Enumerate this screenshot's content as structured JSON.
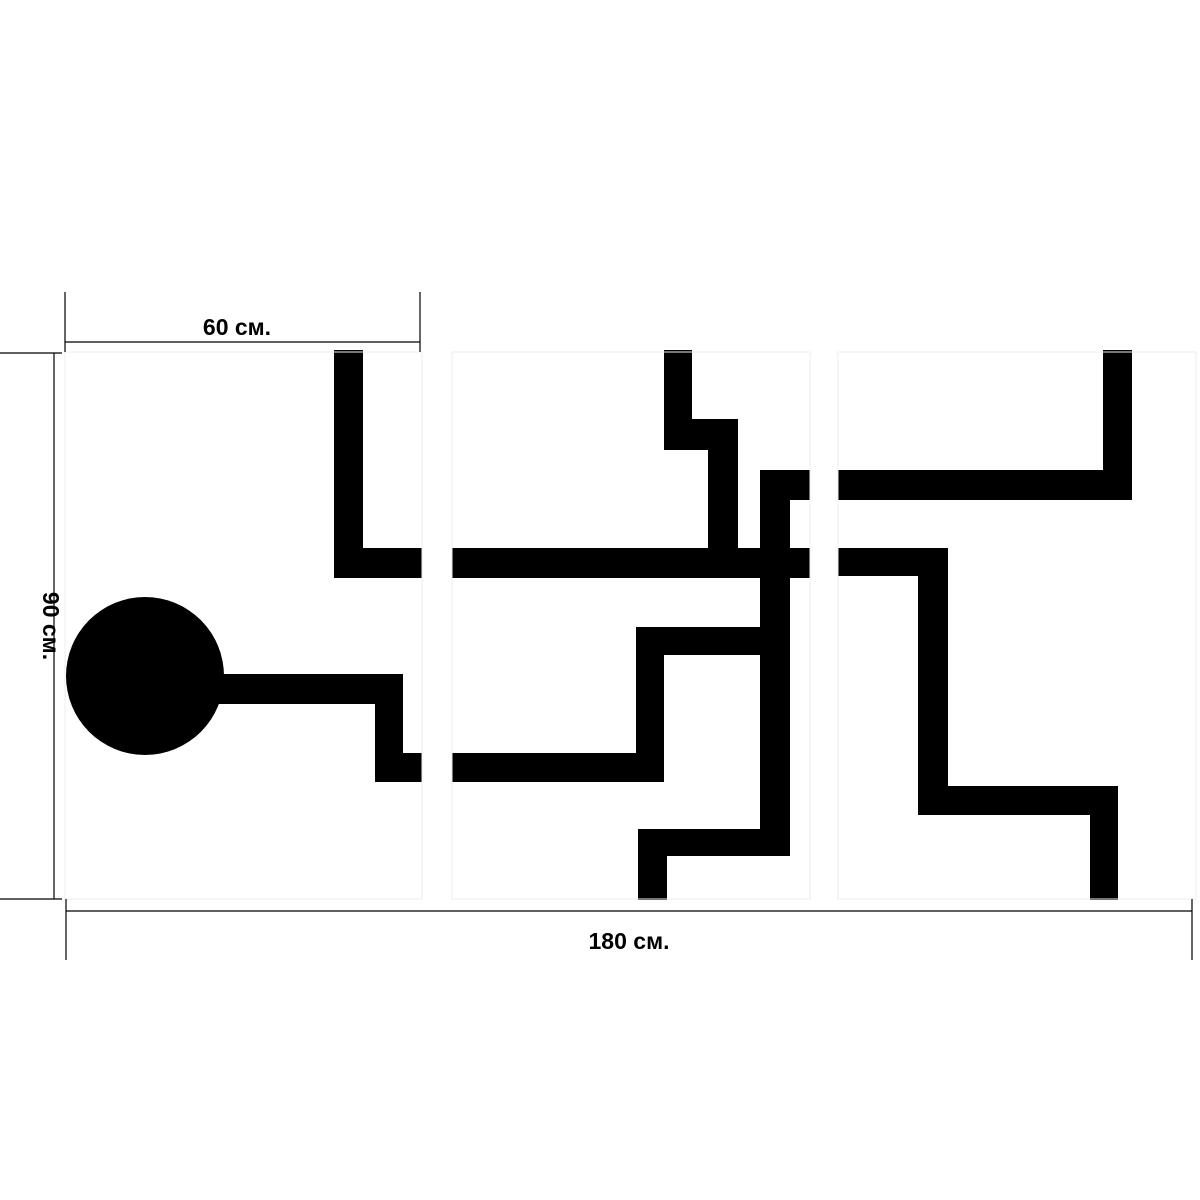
{
  "dimensions": {
    "panel_width_label": "60 см.",
    "height_label": "90 см.",
    "total_width_label": "180 см."
  },
  "panels": {
    "count": 3
  },
  "colors": {
    "background": "#ffffff",
    "artwork": "#000000"
  }
}
